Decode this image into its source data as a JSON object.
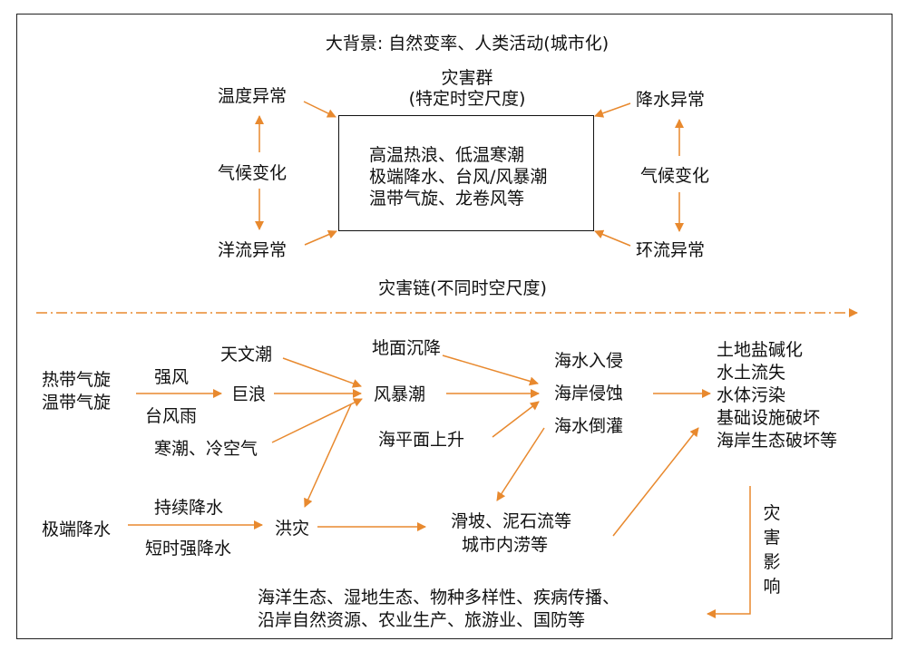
{
  "background": "大背景: 自然变率、人类活动(城市化)",
  "hazard_group": {
    "title": "灾害群",
    "subtitle": "(特定时空尺度)",
    "box_lines": [
      "高温热浪、低温寒潮",
      "极端降水、台风/风暴潮",
      "温带气旋、龙卷风等"
    ]
  },
  "left_cluster": {
    "top": "温度异常",
    "middle": "气候变化",
    "bottom": "洋流异常"
  },
  "right_cluster": {
    "top": "降水异常",
    "middle": "气候变化",
    "bottom": "环流异常"
  },
  "chain_title": "灾害链(不同时空尺度)",
  "chain": {
    "cyclone_1": "热带气旋",
    "cyclone_2": "温带气旋",
    "strong_wind": "强风",
    "typhoon_rain": "台风雨",
    "astronomical_tide": "天文潮",
    "huge_wave": "巨浪",
    "cold_wave": "寒潮、冷空气",
    "subsidence": "地面沉降",
    "storm_surge": "风暴潮",
    "sea_level_rise": "海平面上升",
    "seawater_intrusion": "海水入侵",
    "coastal_erosion": "海岸侵蚀",
    "seawater_backflow": "海水倒灌",
    "extreme_precip": "极端降水",
    "persistent_precip": "持续降水",
    "short_precip": "短时强降水",
    "flood": "洪灾",
    "landslide": "滑坡、泥石流等",
    "urban_waterlogging": "城市内涝等",
    "impacts": [
      "土地盐碱化",
      "水土流失",
      "水体污染",
      "基础设施破坏",
      "海岸生态破坏等"
    ]
  },
  "disaster_impact_label": [
    "灾",
    "害",
    "影",
    "响"
  ],
  "bottom_lines": [
    "海洋生态、湿地生态、物种多样性、疾病传播、",
    "沿岸自然资源、农业生产、旅游业、国防等"
  ],
  "colors": {
    "arrow": "#e8892e",
    "border": "#222222",
    "text": "#111111"
  }
}
